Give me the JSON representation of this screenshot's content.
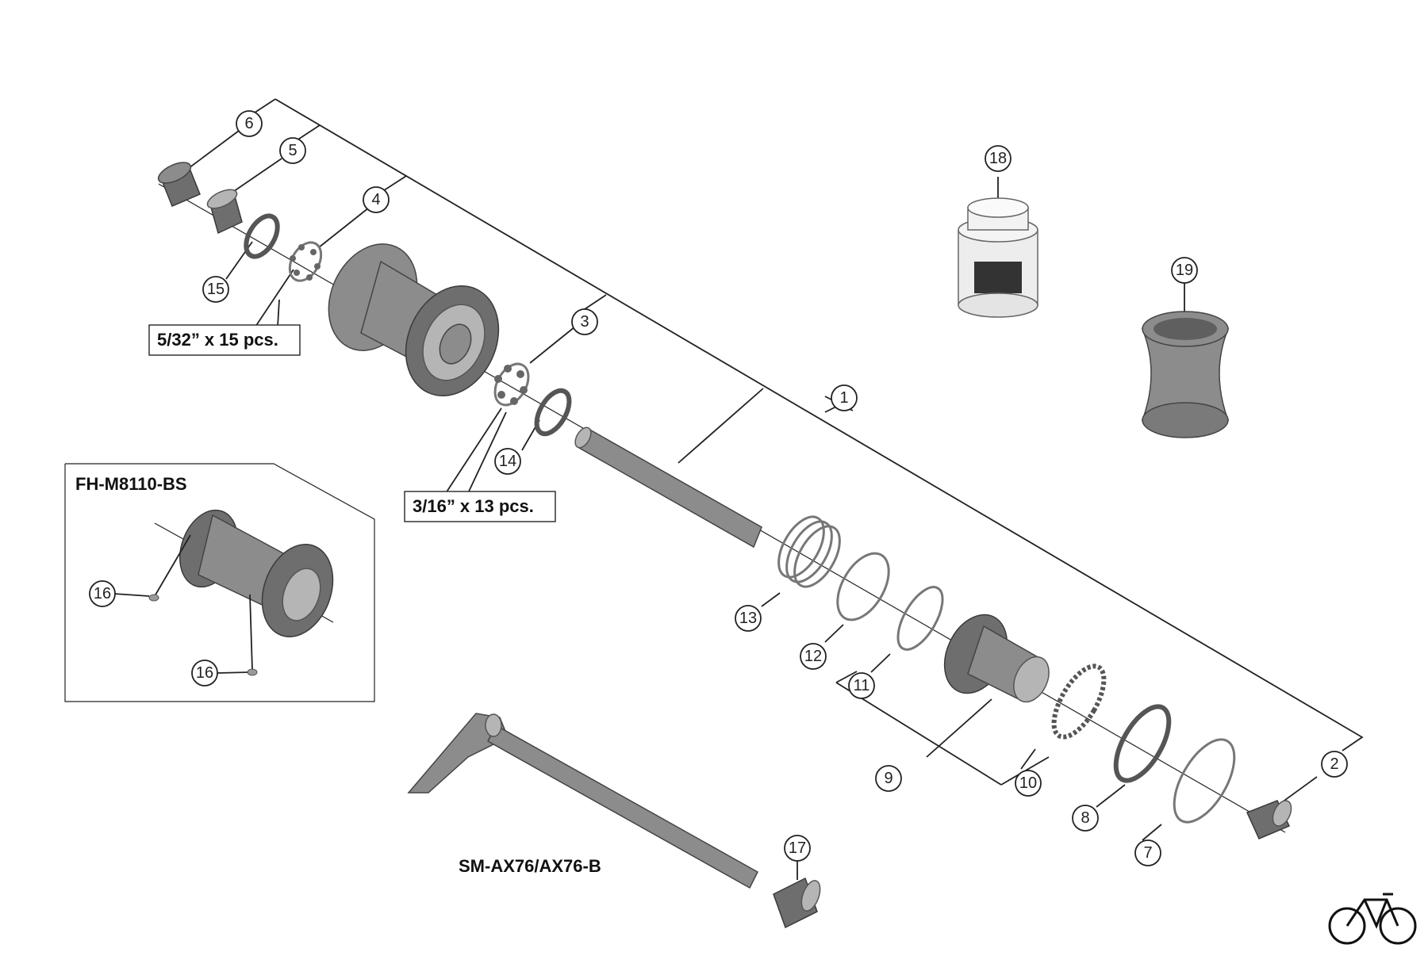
{
  "callouts": [
    "1",
    "2",
    "3",
    "4",
    "5",
    "6",
    "7",
    "8",
    "9",
    "10",
    "11",
    "12",
    "13",
    "14",
    "15",
    "16",
    "16",
    "17",
    "18",
    "19"
  ],
  "labels": {
    "balls_rear": "5/32” x 15 pcs.",
    "balls_front": "3/16” x 13 pcs.",
    "inset_model": "FH-M8110-BS",
    "axle_model": "SM-AX76/AX76-B"
  },
  "icons": {
    "logo": "bicycle-logo-icon"
  }
}
